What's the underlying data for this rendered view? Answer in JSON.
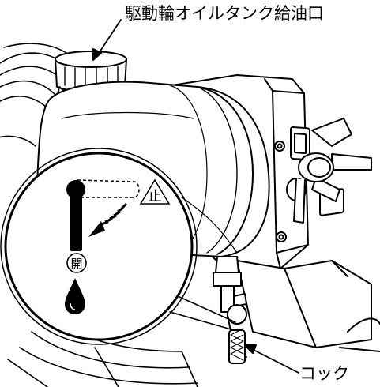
{
  "labels": {
    "oil_tank_filler": "駆動輪オイルタンク給油口",
    "cock": "コック"
  },
  "inset": {
    "stop_mark": "止",
    "open_mark": "開"
  },
  "colors": {
    "line": "#000000",
    "fill": "#ffffff"
  }
}
